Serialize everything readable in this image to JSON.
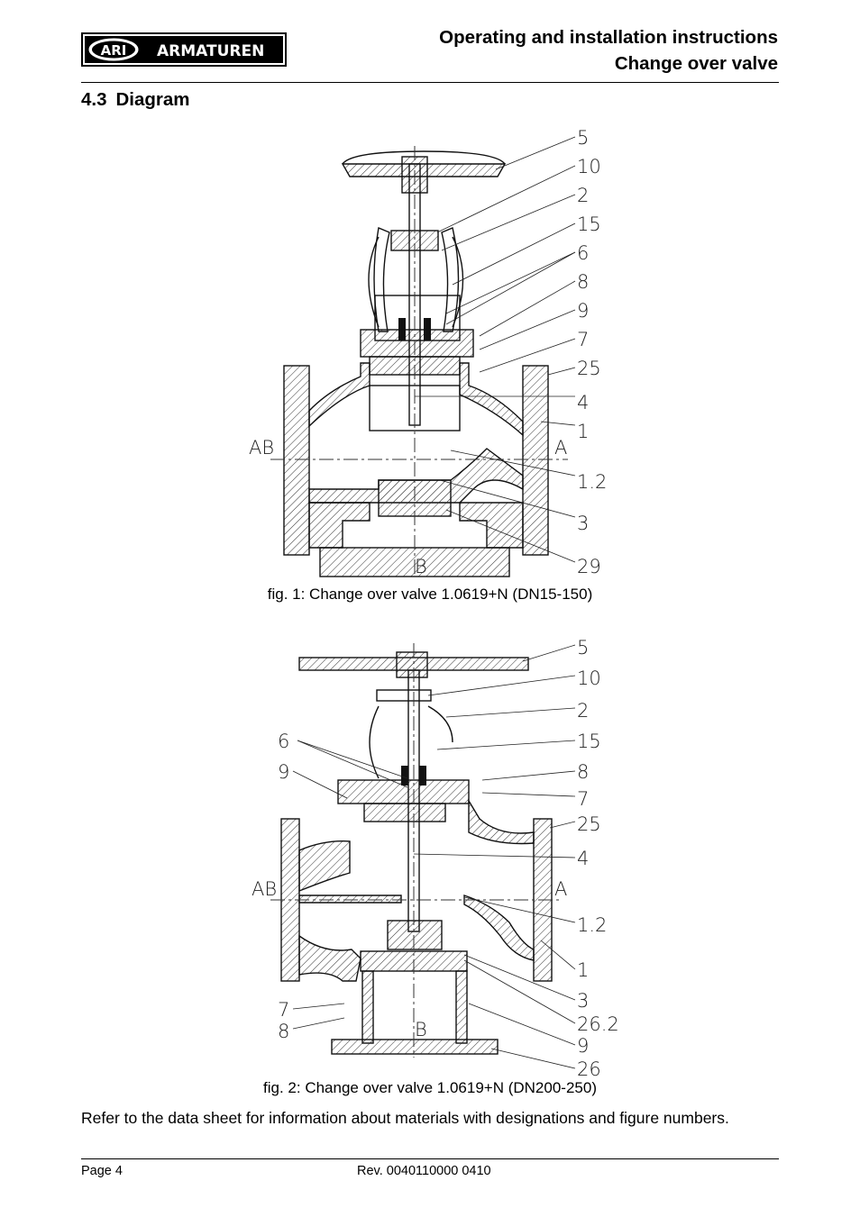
{
  "header": {
    "logo_text": "ARI ARMATUREN",
    "title_line1": "Operating and installation instructions",
    "title_line2": "Change over valve"
  },
  "section": {
    "number": "4.3",
    "title": "Diagram"
  },
  "figures": [
    {
      "caption": "fig. 1: Change over valve 1.0619+N (DN15-150)",
      "labels_right": [
        "5",
        "10",
        "2",
        "15",
        "6",
        "8",
        "9",
        "7",
        "25",
        "4",
        "1",
        "1.2",
        "3",
        "29"
      ],
      "port_labels": [
        "AB",
        "A",
        "B"
      ]
    },
    {
      "caption": "fig. 2: Change over valve 1.0619+N  (DN200-250)",
      "labels_right": [
        "5",
        "10",
        "2",
        "15",
        "8",
        "7",
        "25",
        "4",
        "1.2",
        "1",
        "3",
        "26.2",
        "9",
        "26"
      ],
      "labels_left": [
        "6",
        "9",
        "7",
        "8"
      ],
      "port_labels": [
        "AB",
        "A",
        "B"
      ]
    }
  ],
  "body_text": "Refer to the data sheet for information about materials with designations and figure numbers.",
  "footer": {
    "page": "Page 4",
    "revision": "Rev. 0040110000 0410"
  }
}
